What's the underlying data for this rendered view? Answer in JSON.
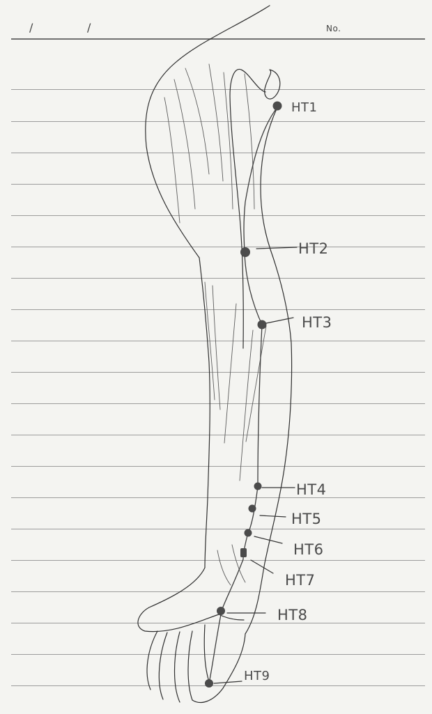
{
  "header": {
    "date_slash_1": "/",
    "date_slash_2": "/",
    "number_label": "No."
  },
  "points": {
    "ht1": "HT1",
    "ht2": "HT2",
    "ht3": "HT3",
    "ht4": "HT4",
    "ht5": "HT5",
    "ht6": "HT6",
    "ht7": "HT7",
    "ht8": "HT8",
    "ht9": "HT9"
  }
}
